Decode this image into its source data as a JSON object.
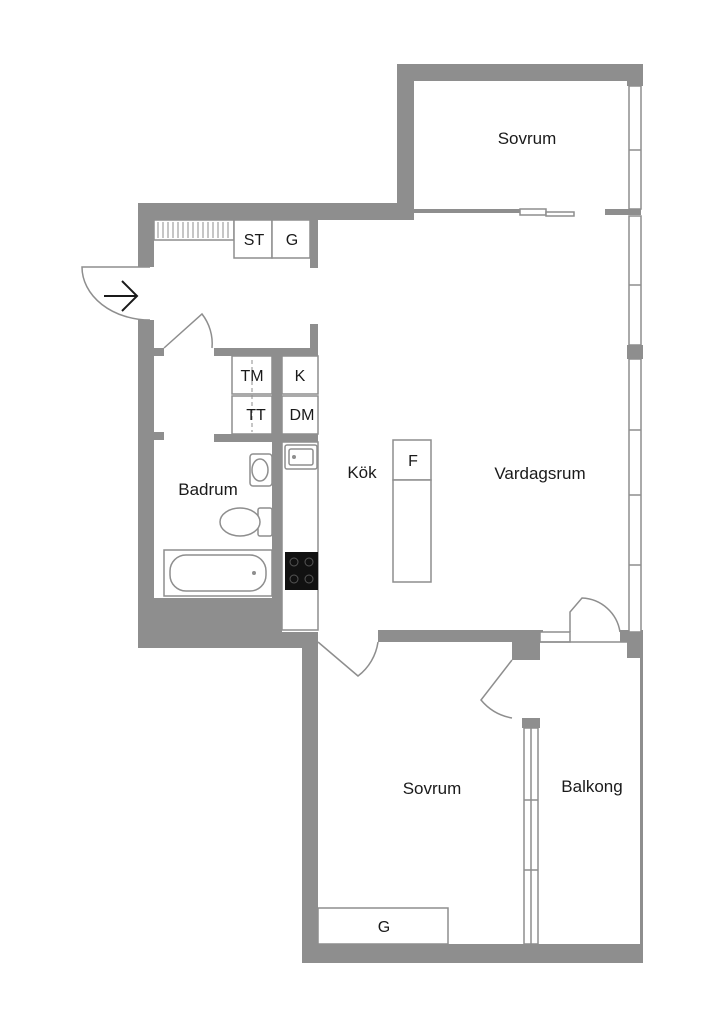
{
  "rooms": {
    "sovrum_top": "Sovrum",
    "vardagsrum": "Vardagsrum",
    "kok": "Kök",
    "badrum": "Badrum",
    "sovrum_bottom": "Sovrum",
    "balkong": "Balkong"
  },
  "fixtures": {
    "st": "ST",
    "g_hall": "G",
    "tm": "TM",
    "tt": "TT",
    "k": "K",
    "dm": "DM",
    "f": "F",
    "g_bedroom": "G"
  },
  "colors": {
    "wall": "#8e8e8e",
    "floor": "#ffffff",
    "text": "#1a1a1a"
  },
  "icons": [
    "entrance-arrow-icon",
    "sink-icon",
    "toilet-icon",
    "bathtub-icon",
    "stove-icon",
    "kitchen-sink-icon"
  ]
}
